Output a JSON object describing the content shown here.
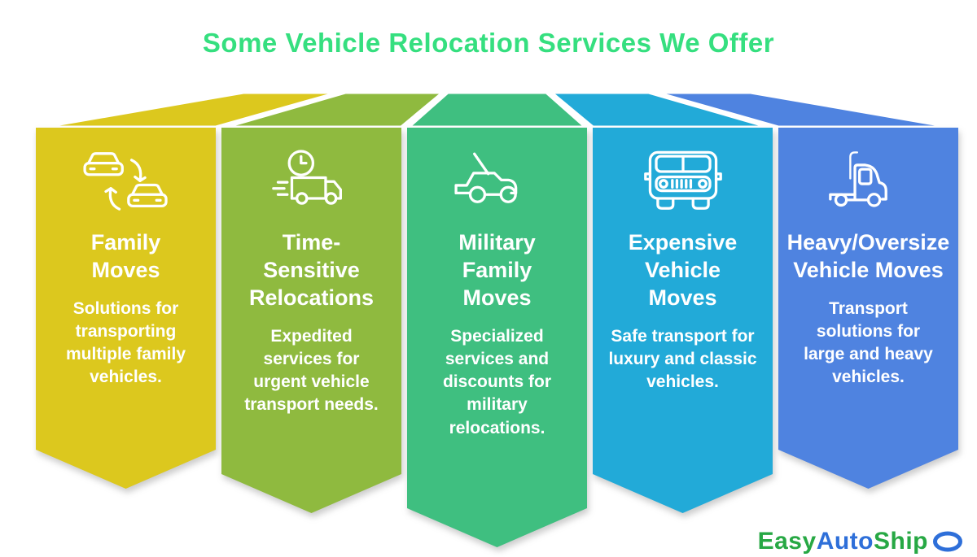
{
  "title": "Some Vehicle Relocation Services We Offer",
  "title_color": "#35DF7F",
  "banners": [
    {
      "label": "Family Moves",
      "description": "Solutions for transporting multiple family vehicles.",
      "color": "#DCC81E",
      "icon": "car-exchange-icon"
    },
    {
      "label": "Time-Sensitive Relocations",
      "description": "Expedited services for urgent vehicle transport needs.",
      "color": "#8FBA3F",
      "icon": "express-delivery-truck-icon"
    },
    {
      "label": "Military Family Moves",
      "description": "Specialized services and discounts for military relocations.",
      "color": "#3FBF80",
      "icon": "military-jeep-icon"
    },
    {
      "label": "Expensive Vehicle Moves",
      "description": "Safe transport for luxury and classic vehicles.",
      "color": "#22AAD8",
      "icon": "luxury-vehicle-front-icon"
    },
    {
      "label": "Heavy/Oversize Vehicle Moves",
      "description": "Transport solutions for large and heavy vehicles.",
      "color": "#4F83E0",
      "icon": "semi-truck-icon"
    }
  ],
  "watermark": {
    "word1": "Easy",
    "word2": "Auto",
    "word3": "Ship",
    "green": "#27A844",
    "blue": "#2E6FD9"
  }
}
